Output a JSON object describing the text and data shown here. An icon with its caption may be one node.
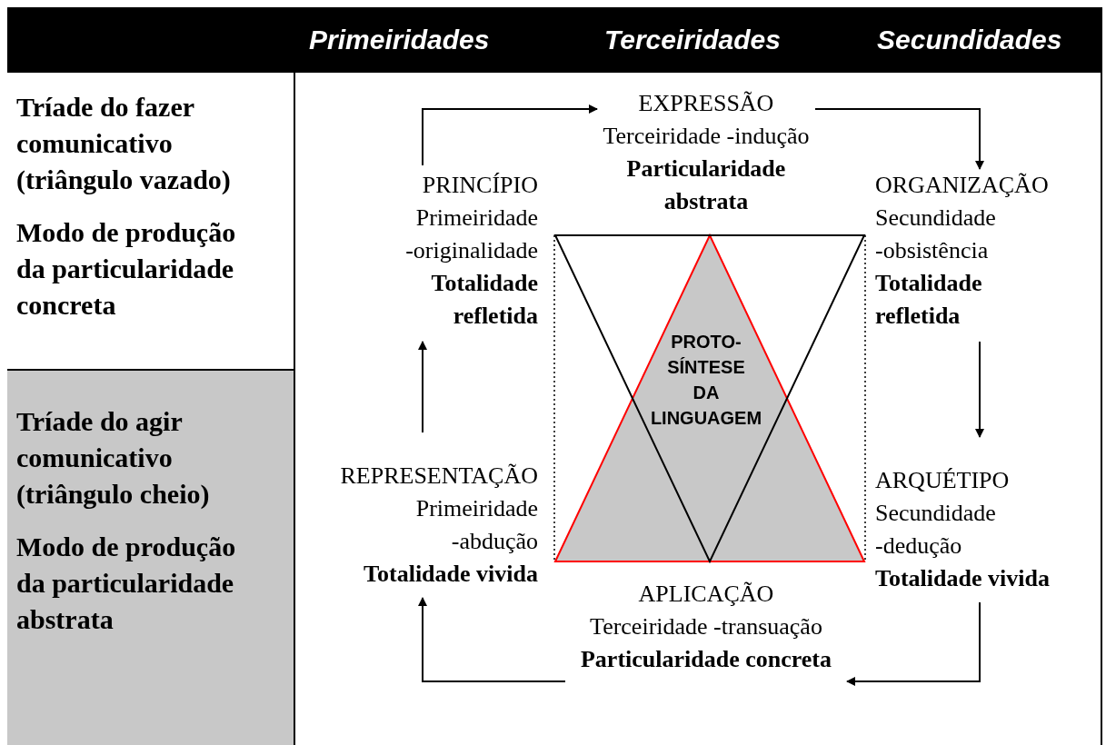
{
  "diagram": {
    "nodes": [
      {
        "text": [
          "Tríade do fazer comunicativo (triângulo vazado)",
          "Modo de produção da particularidade concreta"
        ]
      },
      {
        "text": [
          "Tríade do agir comunicativo (triângulo cheio)",
          "Modo de produção da particularidade abstrata"
        ]
      },
      {
        "text": [
          "EXPRESSÃO",
          "Terceiridade -indução",
          "Particularidade abstrata"
        ]
      },
      {
        "text": [
          "ORGANIZAÇÃO",
          "Secundidade -obsistência",
          "Totalidade refletida"
        ]
      },
      {
        "text": [
          "ARQUÉTIPO",
          "Secundidade -dedução",
          "Totalidade vivida"
        ]
      },
      {
        "text": [
          "APLICAÇÃO",
          "Terceiridade -transuação",
          "Particularidade concreta"
        ]
      },
      {
        "text": [
          "REPRESENTAÇÃO",
          "Primeiridade -abdução",
          "Totalidade vivida"
        ]
      },
      {
        "text": [
          "PRINCÍPIO",
          "Primeiridade -originalidade",
          "Totalidade refletida"
        ]
      },
      {
        "text": [
          "PROTO- SÍNTESE DA LINGUAGEM"
        ]
      }
    ],
    "edges": [
      {
        "from": 7,
        "to": 2,
        "arrow": "to"
      },
      {
        "from": 2,
        "to": 3,
        "arrow": "to"
      },
      {
        "from": 3,
        "to": 4,
        "arrow": "to"
      },
      {
        "from": 4,
        "to": 5,
        "arrow": "to"
      },
      {
        "from": 5,
        "to": 6,
        "arrow": "to"
      },
      {
        "from": 6,
        "to": 7,
        "arrow": "to"
      }
    ],
    "labels": [
      "Primeiridades",
      "Terceiridades",
      "Secundidades"
    ]
  }
}
